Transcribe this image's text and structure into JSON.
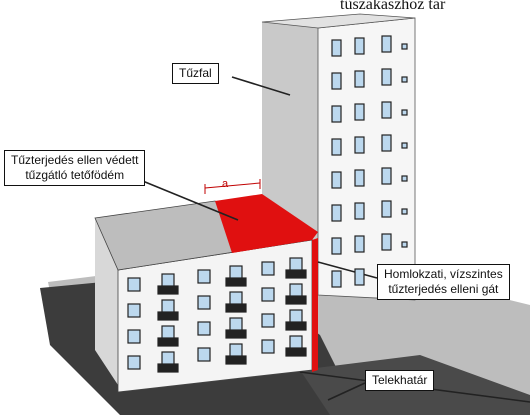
{
  "header_text": "tűszakaszhoz tar",
  "labels": {
    "tuzfal": "Tűzfal",
    "tetofodem_line1": "Tűzterjedés ellen védett",
    "tetofodem_line2": "tűzgátló tetőfödém",
    "homlokzat_line1": "Homlokzati, vízszintes",
    "homlokzat_line2": "tűzterjedés elleni gát",
    "telekhatar": "Telekhatár",
    "dimension": "a"
  },
  "colors": {
    "fire_red": "#e01010",
    "wall_light": "#f4f4f4",
    "wall_shade": "#c8c8c8",
    "roof": "#bdbdbd",
    "ground": "#3a3a3a",
    "window_glass": "#bcd8ee"
  }
}
